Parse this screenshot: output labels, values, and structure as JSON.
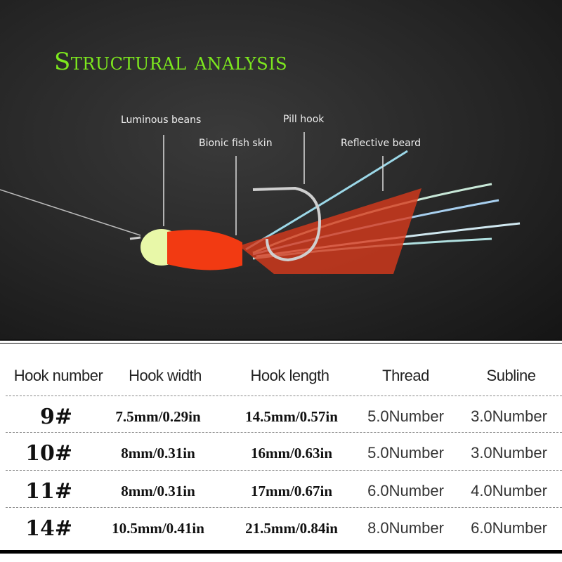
{
  "title": "Structural analysis",
  "labels": {
    "luminous": "Luminous beans",
    "skin": "Bionic fish skin",
    "hook": "Pill hook",
    "beard": "Reflective beard"
  },
  "table": {
    "headers": [
      "Hook number",
      "Hook width",
      "Hook length",
      "Thread",
      "Subline"
    ],
    "rows": [
      [
        "9#",
        "7.5mm/0.29in",
        "14.5mm/0.57in",
        "5.0Number",
        "3.0Number"
      ],
      [
        "10#",
        "8mm/0.31in",
        "16mm/0.63in",
        "5.0Number",
        "3.0Number"
      ],
      [
        "11#",
        "8mm/0.31in",
        "17mm/0.67in",
        "6.0Number",
        "4.0Number"
      ],
      [
        "14#",
        "10.5mm/0.41in",
        "21.5mm/0.84in",
        "8.0Number",
        "6.0Number"
      ]
    ]
  }
}
